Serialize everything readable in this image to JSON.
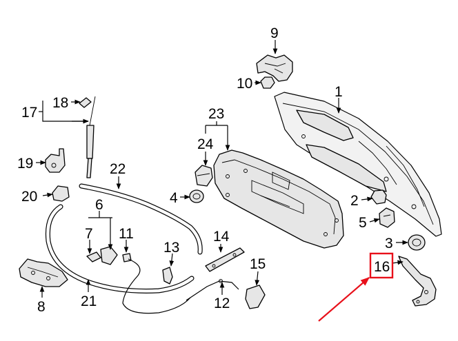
{
  "diagram": {
    "callouts": [
      {
        "id": "1",
        "label": "1"
      },
      {
        "id": "2",
        "label": "2"
      },
      {
        "id": "3",
        "label": "3"
      },
      {
        "id": "4",
        "label": "4"
      },
      {
        "id": "5",
        "label": "5"
      },
      {
        "id": "6",
        "label": "6"
      },
      {
        "id": "7",
        "label": "7"
      },
      {
        "id": "8",
        "label": "8"
      },
      {
        "id": "9",
        "label": "9"
      },
      {
        "id": "10",
        "label": "10"
      },
      {
        "id": "11",
        "label": "11"
      },
      {
        "id": "12",
        "label": "12"
      },
      {
        "id": "13",
        "label": "13"
      },
      {
        "id": "14",
        "label": "14"
      },
      {
        "id": "15",
        "label": "15"
      },
      {
        "id": "16",
        "label": "16"
      },
      {
        "id": "17",
        "label": "17"
      },
      {
        "id": "18",
        "label": "18"
      },
      {
        "id": "19",
        "label": "19"
      },
      {
        "id": "20",
        "label": "20"
      },
      {
        "id": "21",
        "label": "21"
      },
      {
        "id": "22",
        "label": "22"
      },
      {
        "id": "23",
        "label": "23"
      },
      {
        "id": "24",
        "label": "24"
      }
    ],
    "highlight": {
      "part_label": "16",
      "color": "#e8101a"
    }
  }
}
